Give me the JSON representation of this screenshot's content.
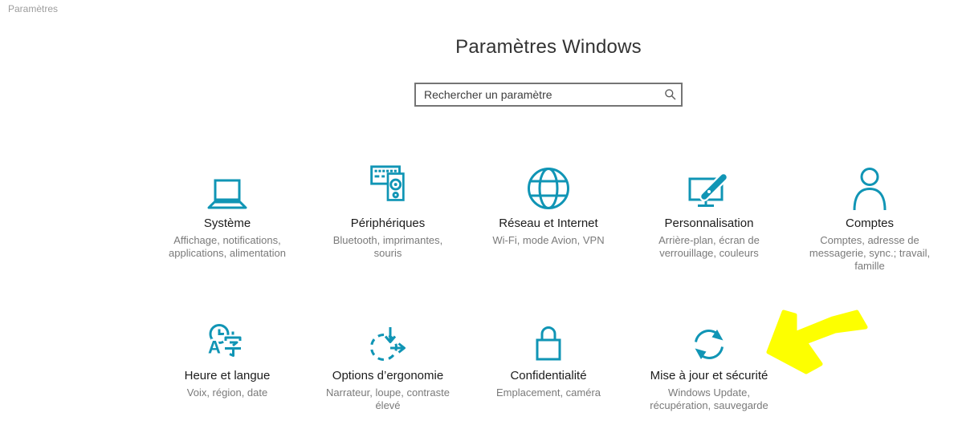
{
  "window": {
    "caption": "Paramètres"
  },
  "header": {
    "title": "Paramètres Windows"
  },
  "search": {
    "placeholder": "Rechercher un paramètre",
    "icon": "search-icon"
  },
  "colors": {
    "accent": "#1095b5",
    "label_text": "#1c1c1c",
    "desc_text": "#7a7a7a",
    "title_text": "#333333",
    "caption_text": "#9c9c9c",
    "search_border": "#757575",
    "annotation_yellow": "#fdff00"
  },
  "tiles": {
    "row1": [
      {
        "label": "Système",
        "desc": "Affichage, notifications, applications, alimentation",
        "icon": "laptop-icon"
      },
      {
        "label": "Périphériques",
        "desc": "Bluetooth, imprimantes, souris",
        "icon": "keyboard-speaker-icon"
      },
      {
        "label": "Réseau et Internet",
        "desc": "Wi-Fi, mode Avion, VPN",
        "icon": "globe-icon"
      },
      {
        "label": "Personnalisation",
        "desc": "Arrière-plan, écran de verrouillage, couleurs",
        "icon": "monitor-brush-icon"
      },
      {
        "label": "Comptes",
        "desc": "Comptes, adresse de messagerie, sync.; travail, famille",
        "icon": "user-icon"
      }
    ],
    "row2": [
      {
        "label": "Heure et langue",
        "desc": "Voix, région, date",
        "icon": "clock-language-icon"
      },
      {
        "label": "Options d’ergonomie",
        "desc": "Narrateur, loupe, contraste élevé",
        "icon": "dashed-circle-arrows-icon"
      },
      {
        "label": "Confidentialité",
        "desc": "Emplacement, caméra",
        "icon": "lock-icon"
      },
      {
        "label": "Mise à jour et sécurité",
        "desc": "Windows Update, récupération, sauvegarde",
        "icon": "sync-arrows-icon"
      }
    ]
  },
  "annotation": {
    "type": "hand-drawn-arrow",
    "color": "#fdff00",
    "points_at": "Mise à jour et sécurité"
  }
}
